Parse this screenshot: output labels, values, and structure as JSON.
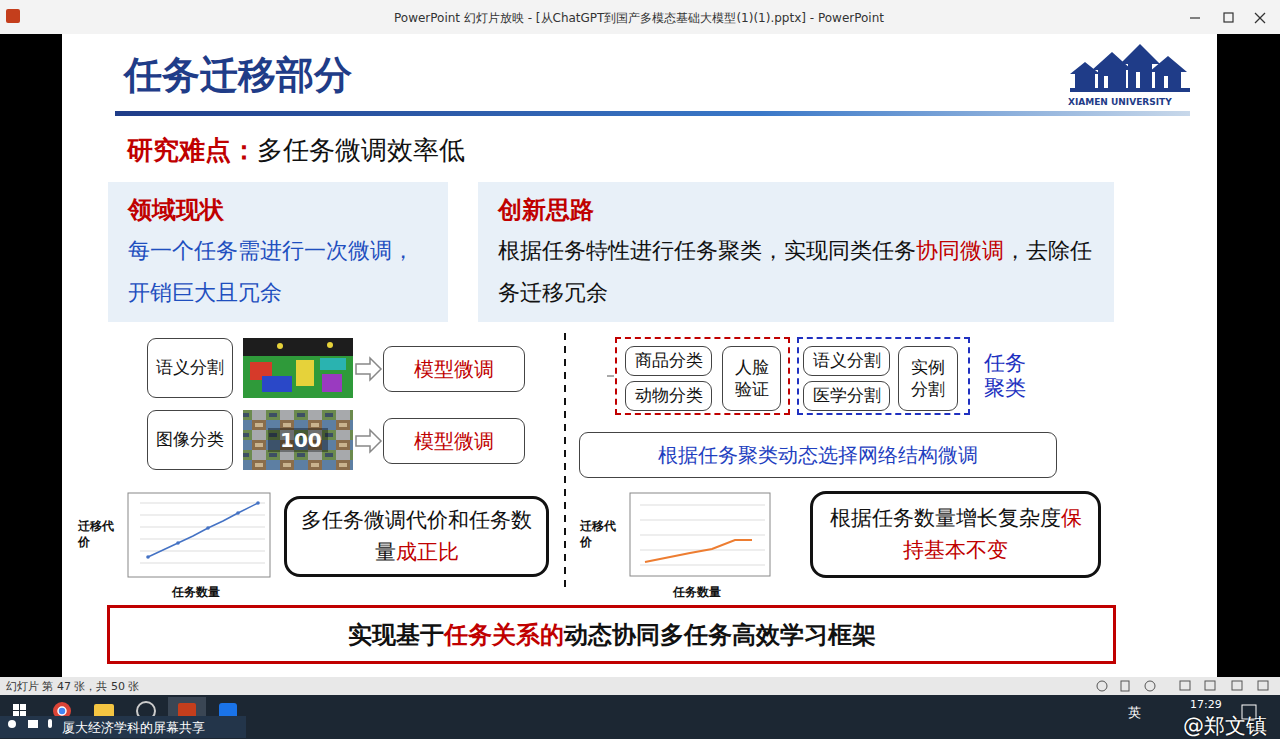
{
  "diagram": {
    "title": "任务迁移部分",
    "nodes": [
      {
        "text": [
          "领域现状",
          "每一个任务需进行一次微调，开销巨大且冗余"
        ]
      },
      {
        "text": [
          "创新思路",
          "根据任务特性进行任务聚类，实现同类任务",
          "协同微调",
          "，去除任务迁移冗余"
        ]
      },
      {
        "text": [
          "语义分割"
        ]
      },
      {
        "text": [
          "模型微调"
        ]
      },
      {
        "text": [
          "图像分类"
        ]
      },
      {
        "text": [
          "模型微调"
        ]
      },
      {
        "text": [
          "多任务微调代价和任务数量",
          "成正比"
        ]
      },
      {
        "text": []
      },
      {
        "text": [
          "商品分类"
        ],
        "in": 7
      },
      {
        "text": [
          "动物分类"
        ],
        "in": 7
      },
      {
        "text": [
          "人脸验证"
        ],
        "in": 7
      },
      {
        "text": []
      },
      {
        "text": [
          "语义分割"
        ],
        "in": 11
      },
      {
        "text": [
          "医学分割"
        ],
        "in": 11
      },
      {
        "text": [
          "实例分割"
        ],
        "in": 11
      },
      {
        "text": [
          "根据任务聚类动态选择网络结构微调"
        ]
      },
      {
        "text": [
          "根据任务数量增长复杂度",
          "保持基本不变"
        ]
      },
      {
        "text": [
          "实现基于",
          "任务关系的",
          "动态协同多任务高效学习框架"
        ]
      }
    ],
    "labels": [
      "PowerPoint 幻灯片放映 - [从ChatGPT到国产多模态基础大模型(1)(1).pptx] - PowerPoint",
      "XIAMEN UNIVERSITY",
      "研究难点：",
      "多任务微调效率低",
      "100",
      "迁移代价",
      "任务数量",
      "任务聚类",
      "迁移代价",
      "任务数量",
      "幻灯片 第 47 张，共 50 张",
      "厦大经济学科的屏幕共享",
      "英",
      "17:29",
      "@郑文镇"
    ]
  }
}
